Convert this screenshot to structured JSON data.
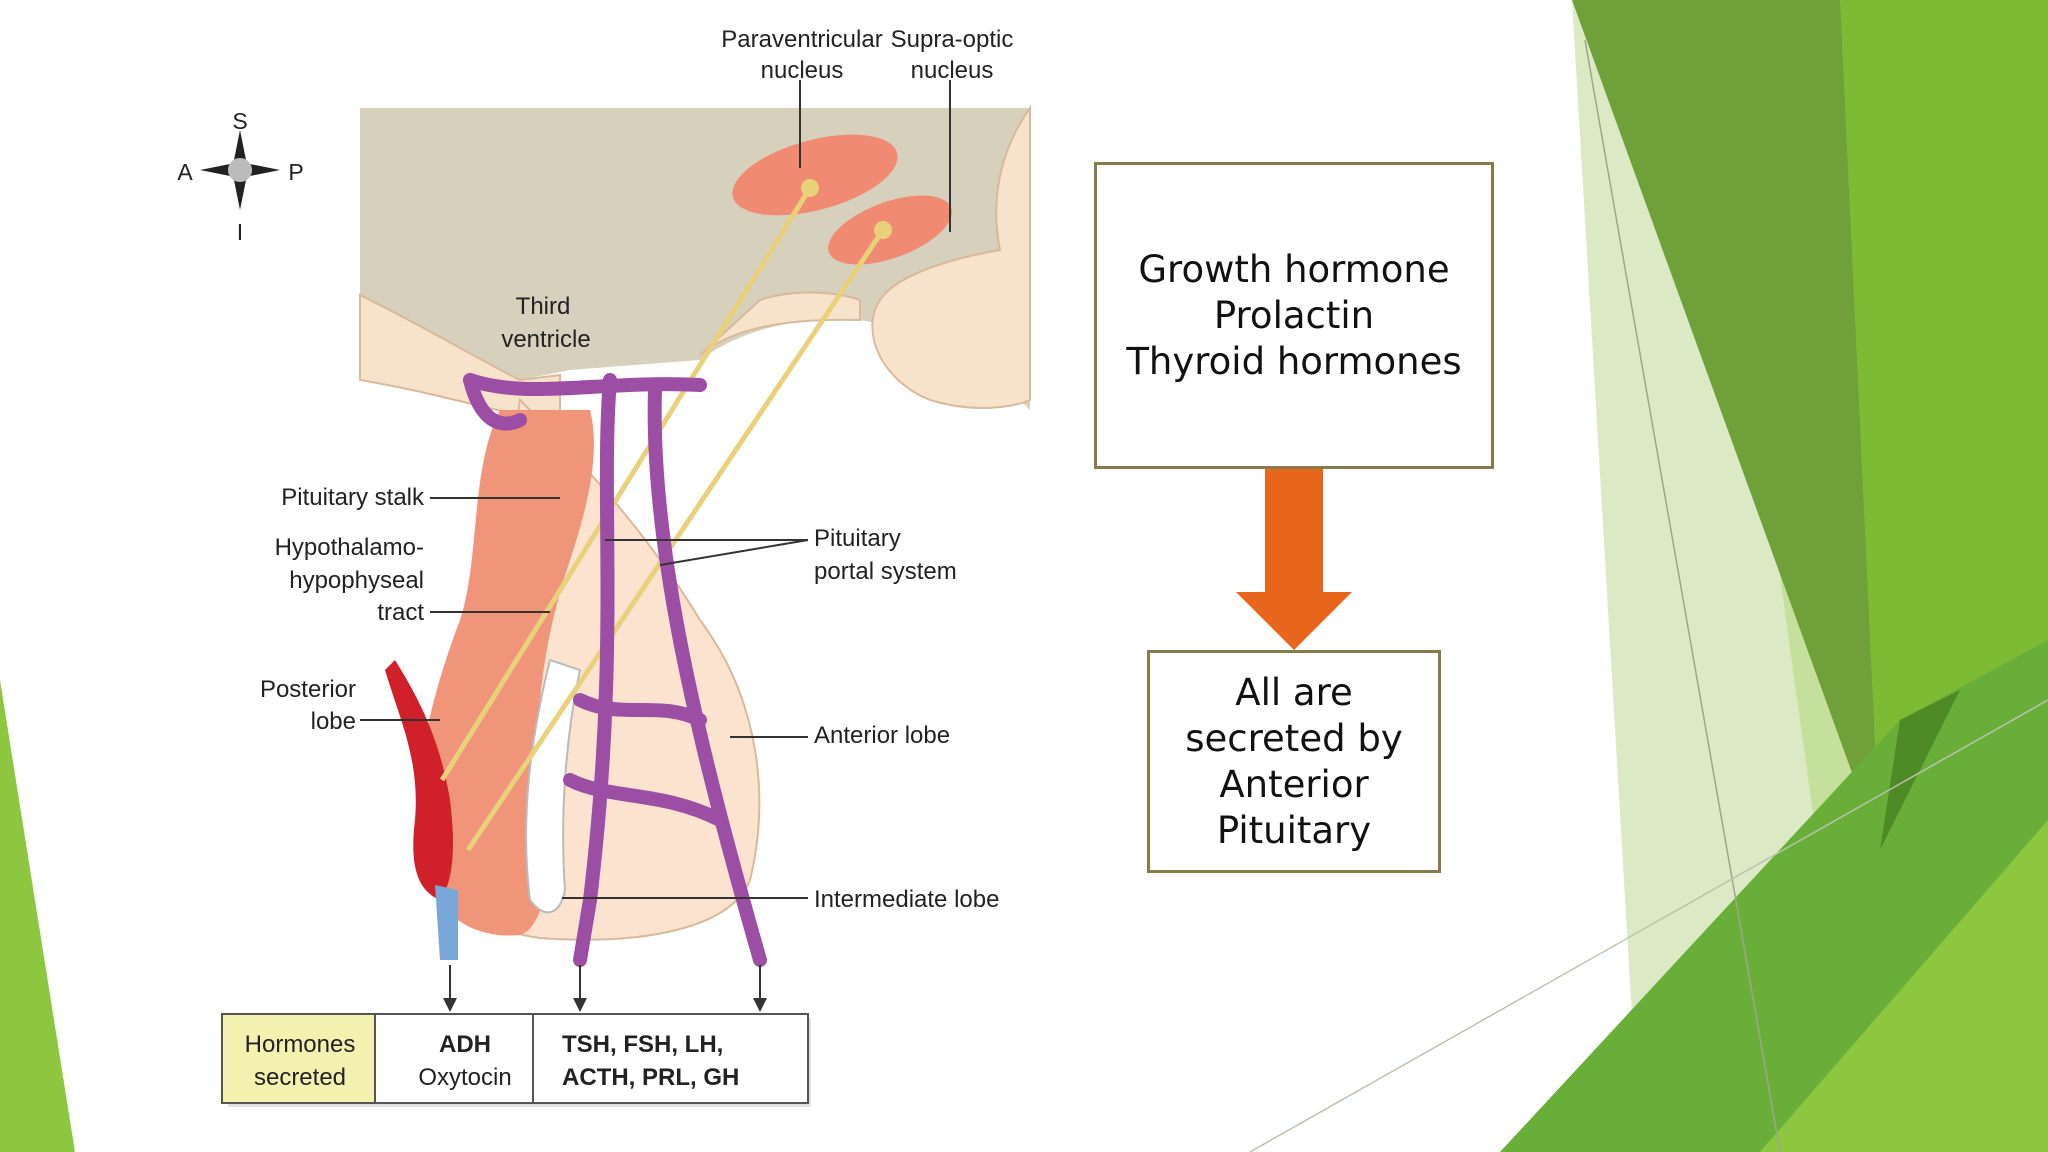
{
  "diagram": {
    "compass": {
      "superior": "S",
      "inferior": "I",
      "anterior": "A",
      "posterior": "P"
    },
    "labels": {
      "paraventricular": [
        "Paraventricular",
        "nucleus"
      ],
      "supraoptic": [
        "Supra-optic",
        "nucleus"
      ],
      "third_ventricle": [
        "Third",
        "ventricle"
      ],
      "pituitary_stalk": "Pituitary stalk",
      "tract": [
        "Hypothalamo-",
        "hypophyseal",
        "tract"
      ],
      "posterior_lobe": [
        "Posterior",
        "lobe"
      ],
      "portal_system": [
        "Pituitary",
        "portal system"
      ],
      "anterior_lobe": "Anterior lobe",
      "intermediate_lobe": "Intermediate lobe"
    },
    "table": {
      "header": [
        "Hormones",
        "secreted"
      ],
      "posterior": [
        "ADH",
        "Oxytocin"
      ],
      "anterior": [
        "TSH, FSH, LH,",
        "ACTH, PRL, GH"
      ]
    },
    "colors": {
      "posterior_lobe": "#f0957a",
      "anterior_lobe": "#fbe3cf",
      "portal_system": "#9b4ea4",
      "artery": "#d0202a",
      "nuclei": "#f08a72",
      "hypothalamus": "#d7d0bd"
    }
  },
  "boxes": {
    "top": [
      "Growth hormone",
      "Prolactin",
      "Thyroid hormones"
    ],
    "bottom": [
      "All are",
      "secreted by",
      "Anterior",
      "Pituitary"
    ],
    "arrow_color": "#e8661c"
  },
  "theme": {
    "greens": [
      "#8dc63f",
      "#6fa03a",
      "#4e8a26",
      "#c5e09c"
    ]
  }
}
